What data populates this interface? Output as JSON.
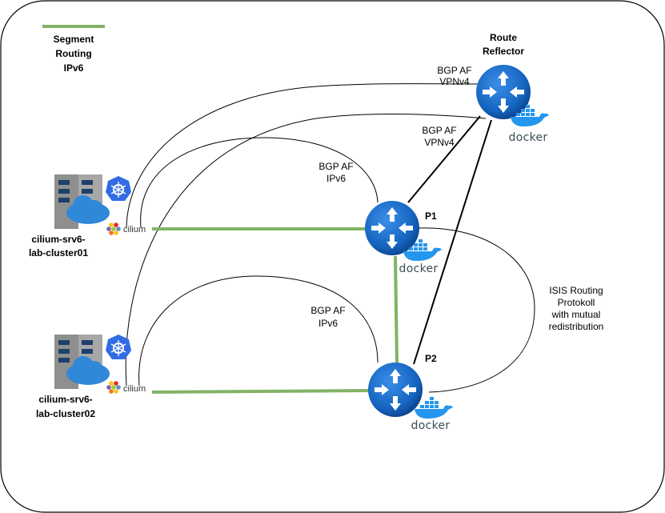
{
  "legend": {
    "label_lines": [
      "Segment",
      "Routing",
      "IPv6"
    ],
    "color": "#82b366"
  },
  "route_reflector": {
    "title_lines": [
      "Route",
      "Reflector"
    ],
    "platform": "docker"
  },
  "routers": {
    "p1": {
      "label": "P1",
      "platform": "docker"
    },
    "p2": {
      "label": "P2",
      "platform": "docker"
    }
  },
  "clusters": [
    {
      "name_lines": [
        "cilium-srv6-",
        "lab-cluster01"
      ],
      "cni": "cilium",
      "icon": "kubernetes-icon"
    },
    {
      "name_lines": [
        "cilium-srv6-",
        "lab-cluster02"
      ],
      "cni": "cilium",
      "icon": "kubernetes-icon"
    }
  ],
  "session_labels": {
    "rr_cluster": [
      "BGP AF",
      "VPNv4"
    ],
    "rr_p1": [
      "BGP AF",
      "VPNv4"
    ],
    "cluster01_p1": [
      "BGP AF",
      "IPv6"
    ],
    "cluster02_p2": [
      "BGP AF",
      "IPv6"
    ],
    "isis": [
      "ISIS Routing",
      "Protokoll",
      "with mutual",
      "redistribution"
    ]
  },
  "colors": {
    "router_blue": "#1a6fcf",
    "router_dark": "#0c4a9e",
    "srv6_green": "#82b366",
    "docker_blue": "#2496ed",
    "k8s_blue": "#326ce5"
  }
}
